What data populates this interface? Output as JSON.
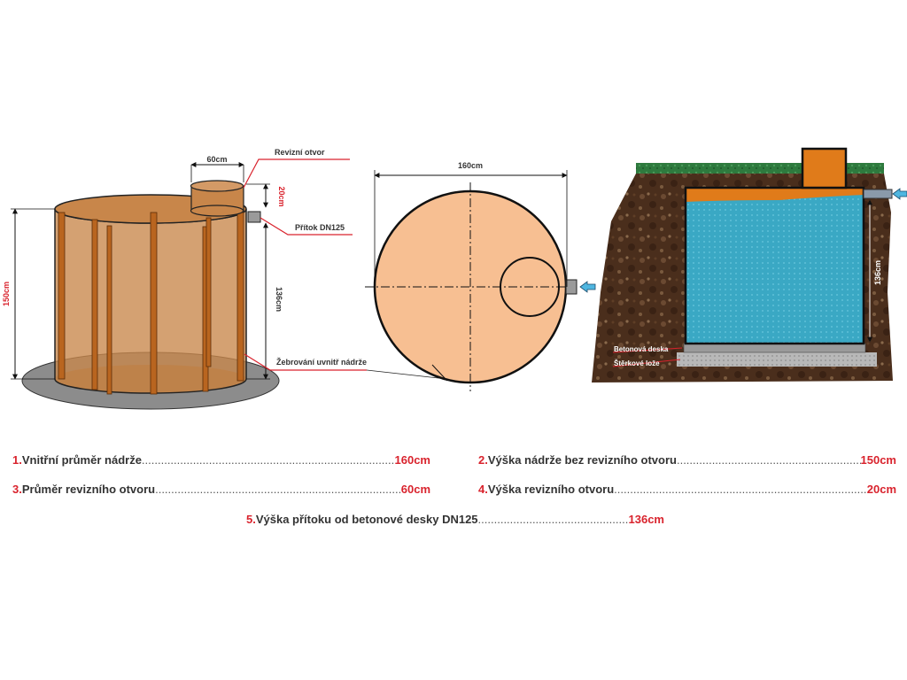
{
  "colors": {
    "accent_red": "#d9232d",
    "tank_brown": "#c8864a",
    "rib_orange": "#b9651f",
    "tank_top_view": "#f7bf92",
    "water_blue": "#3aa8c4",
    "lid_orange": "#e07b1a",
    "grass_green": "#2e7a3e",
    "soil_brown": "#4a2e1c",
    "gravel_grey": "#b8b8b8",
    "base_grey": "#8c8c8c"
  },
  "icons": {
    "inflow": "arrow-left-icon"
  },
  "diagram_3d": {
    "dim_top": "60cm",
    "dim_neck": "20cm",
    "dim_height": "150cm",
    "dim_inlet": "136cm",
    "label_inspection": "Revizní otvor",
    "label_inlet": "Přítok DN125",
    "label_ribs": "Žebrování uvnitř nádrže"
  },
  "diagram_top": {
    "dim_diameter": "160cm"
  },
  "diagram_section": {
    "dim_inlet_height": "136cm",
    "label_concrete": "Betonová deska",
    "label_gravel": "Štěrkové lože"
  },
  "specs": [
    {
      "num": "1.",
      "label": "Vnitřní průměr nádrže",
      "value": "160cm"
    },
    {
      "num": "2.",
      "label": "Výška nádrže bez revizního otvoru",
      "value": "150cm"
    },
    {
      "num": "3.",
      "label": "Průměr revizního otvoru",
      "value": "60cm"
    },
    {
      "num": "4.",
      "label": "Výška revizního otvoru",
      "value": "20cm"
    },
    {
      "num": "5.",
      "label": "Výška přítoku od betonové desky DN125",
      "value": "136cm"
    }
  ],
  "dots": "......................................................................................................................................................................................................"
}
